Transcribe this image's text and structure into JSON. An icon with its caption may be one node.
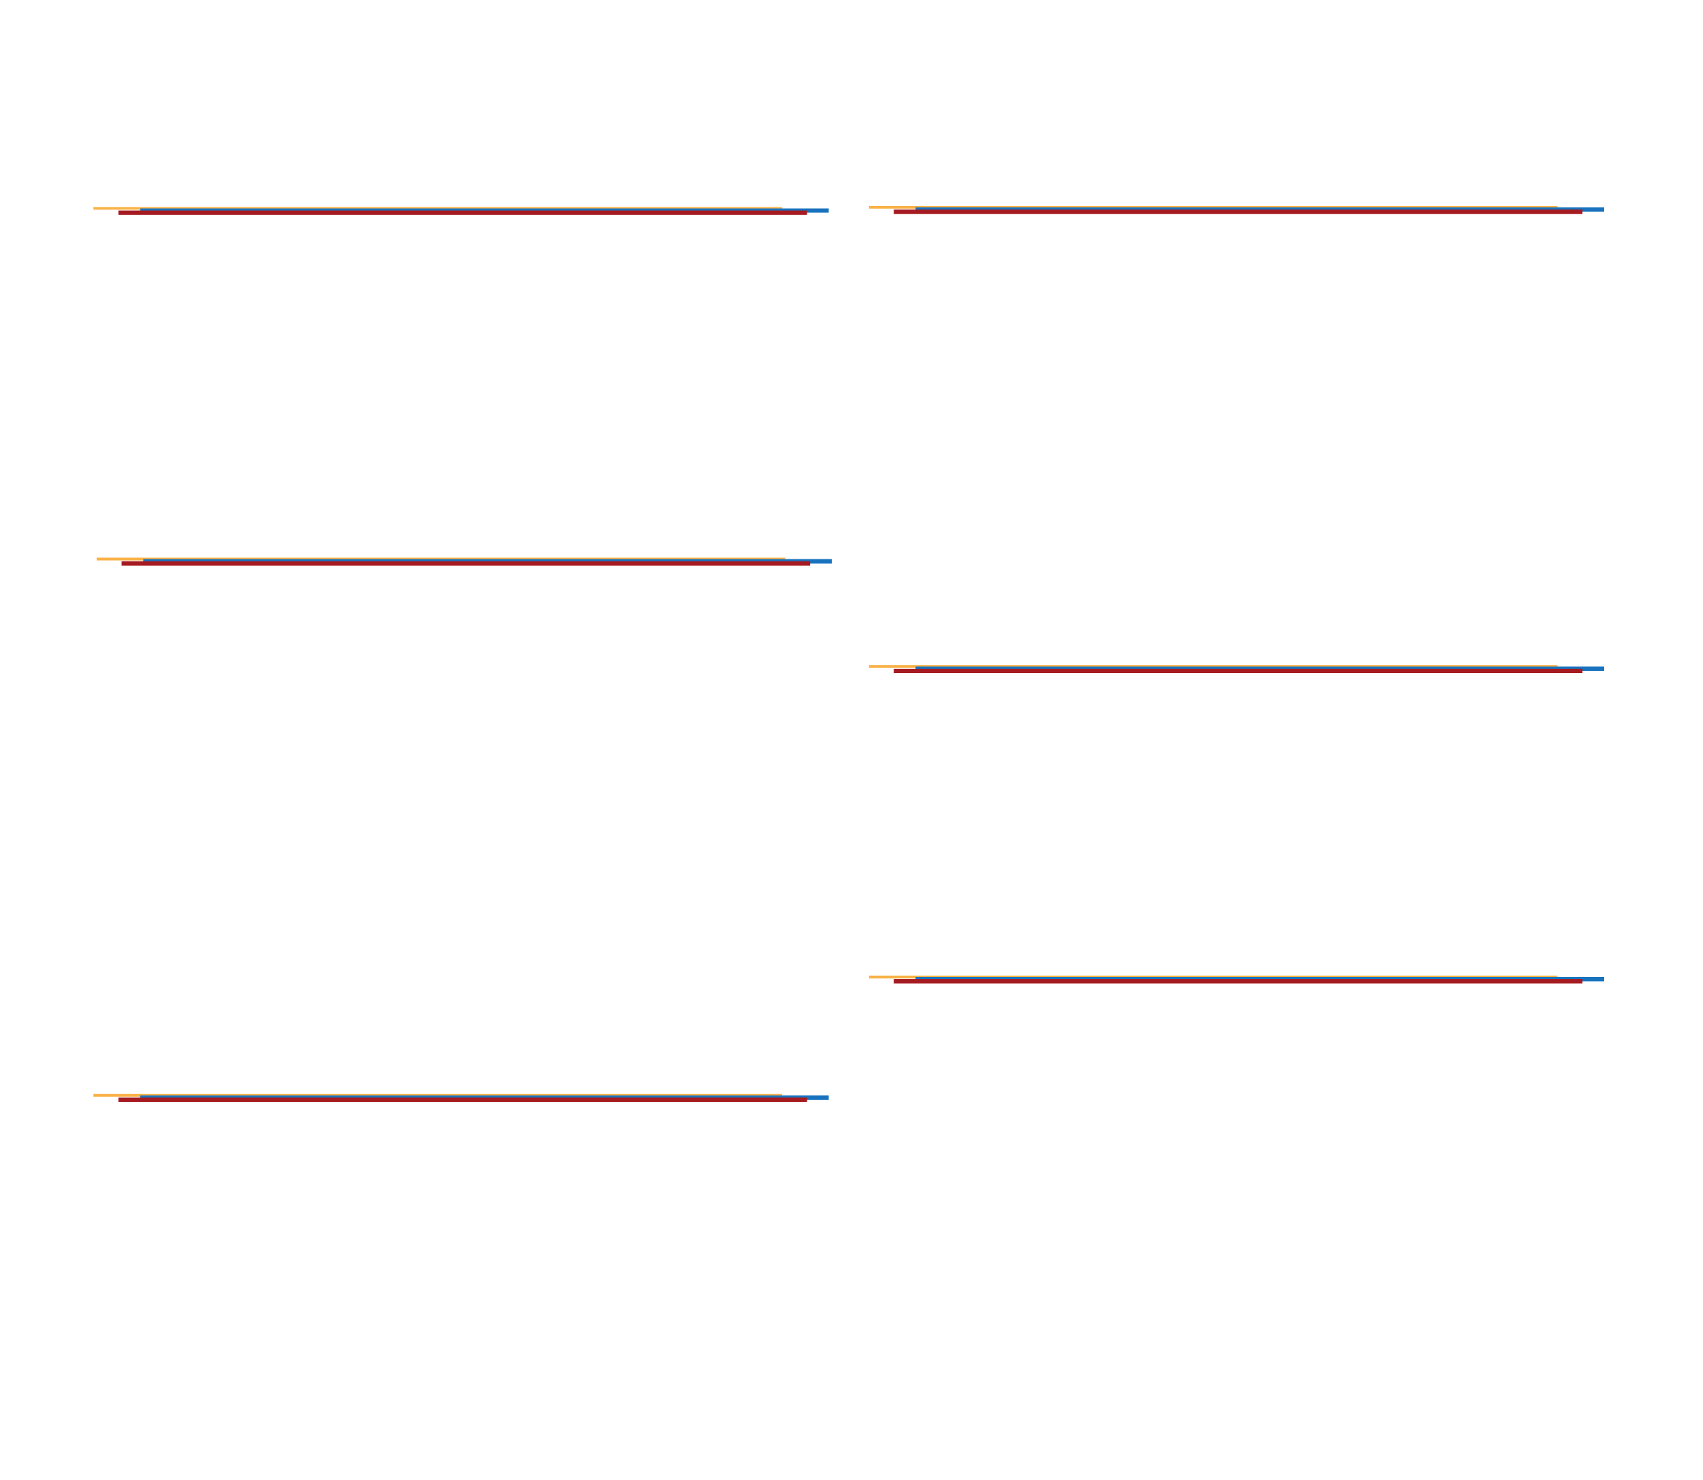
{
  "diagram": {
    "nodes": [
      {
        "text": [],
        "shape": "bar"
      },
      {
        "text": [],
        "shape": "bar"
      },
      {
        "text": [],
        "shape": "bar"
      },
      {
        "text": [],
        "shape": "bar"
      },
      {
        "text": [],
        "shape": "bar"
      },
      {
        "text": [],
        "shape": "bar"
      },
      {
        "text": [],
        "shape": "bar"
      },
      {
        "text": [],
        "shape": "bar"
      },
      {
        "text": [],
        "shape": "bar"
      },
      {
        "text": [],
        "shape": "bar"
      },
      {
        "text": [],
        "shape": "bar"
      },
      {
        "text": [],
        "shape": "bar"
      },
      {
        "text": [],
        "shape": "bar"
      },
      {
        "text": [],
        "shape": "bar"
      },
      {
        "text": [],
        "shape": "bar"
      },
      {
        "text": [],
        "shape": "bar"
      },
      {
        "text": [],
        "shape": "bar"
      },
      {
        "text": [],
        "shape": "bar"
      }
    ]
  }
}
